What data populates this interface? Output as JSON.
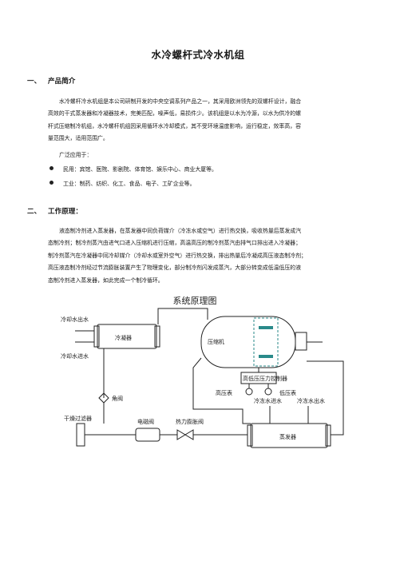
{
  "title": "水冷螺杆式冷水机组",
  "section1": {
    "num": "一、",
    "heading": "产品简介",
    "intro_lines": [
      "水冷螺杆冷水机组是本公司研制开发的中央空调系列产品之一，其采用欧洲领先的双螺杆设计，融合",
      "高效的干式蒸发器和冷凝器技术，完美匹配，噪声低，易损件少。该机组是以水为冷源，以水为供冷的螺",
      "杆式压缩制冷机组，水冷螺杆机组因采用循环水冷却模式，其不受环境温度影响，运行稳定，效率高，容",
      "量范围大，适用范围广。"
    ],
    "usage_label": "广泛应用于：",
    "bullets": [
      "民用：宾馆、医院、影剧院、体育馆、娱乐中心、商业大厦等。",
      "工业：制药、纺织、化工、食品、电子、工矿企业等。"
    ]
  },
  "section2": {
    "num": "二、",
    "heading": "工作原理：",
    "lines": [
      "液态制冷剂进入蒸发器，在蒸发器中同负荷媒介（冷冻水或空气）进行热交换，吸收热量后蒸发成汽",
      "态制冷剂；制冷剂蒸汽由进气口进入压缩机进行压缩，高温高压的制冷剂蒸汽由排气口排出进入冷凝器；",
      "制冷剂蒸汽在冷凝器中同冷却媒介（冷却水或室外空气）进行热交换，排出热量后冷凝成高压液态制冷剂；",
      "高压液态制冷剂经过节流膨胀装置产生了物理变化，部分制冷剂闪发成蒸汽，大部分转变成低温低压的液",
      "态制冷剂进入蒸发器，如此完成一个制冷循环。"
    ]
  },
  "diagram": {
    "title": "系统原理图",
    "labels": {
      "cooling_water_out": "冷却水出水",
      "cooling_water_in": "冷却水进水",
      "condenser": "冷凝器",
      "compressor": "压缩机",
      "hl_pressure_controller": "高低压压力控制器",
      "high_gauge": "高压表",
      "low_gauge": "低压表",
      "angle_valve": "角阀",
      "filter_drier": "干燥过滤器",
      "solenoid_valve": "电磁阀",
      "expansion_valve": "热力膨胀阀",
      "chilled_water_in": "冷冻水进水",
      "chilled_water_out": "冷冻水出水",
      "evaporator": "蒸发器"
    }
  }
}
